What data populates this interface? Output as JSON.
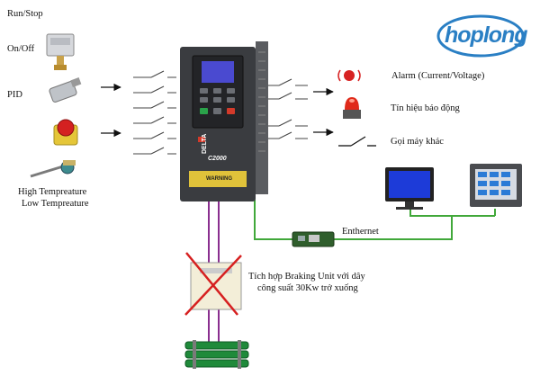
{
  "inputs": {
    "run_stop": "Run/Stop",
    "on_off": "On/Off",
    "pid": "PID",
    "temp_high": "High Tempreature",
    "temp_low": "Low Tempreature"
  },
  "outputs": {
    "alarm": "Alarm (Current/Voltage)",
    "signal": "Tín hiệu báo động",
    "call": "Gọi máy khác"
  },
  "network": {
    "ethernet": "Enthernet"
  },
  "braking": {
    "line1": "Tích hợp Braking Unit với dây",
    "line2": "công suất 30Kw trở xuống"
  },
  "drive": {
    "brand": "DELTA",
    "model": "C2000",
    "warning": "WARNING"
  },
  "logo": {
    "text": "hoplong"
  },
  "colors": {
    "drive_body": "#3a3c40",
    "power_wire": "#8a2f8f",
    "network_wire": "#41a83a",
    "logo": "#2a7fc4",
    "cross": "#d62020"
  }
}
